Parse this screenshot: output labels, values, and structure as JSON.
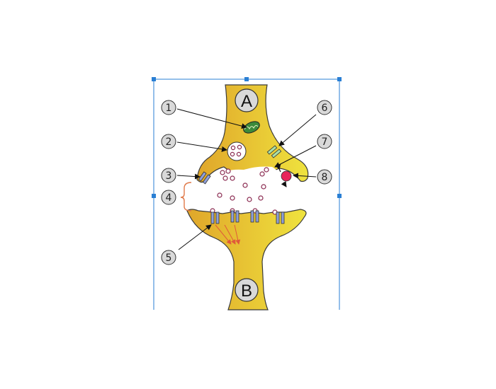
{
  "diagram": {
    "terminal_labels": {
      "presynaptic": "A",
      "postsynaptic": "B"
    },
    "callouts": [
      "1",
      "2",
      "3",
      "4",
      "5",
      "6",
      "7",
      "8"
    ],
    "colors": {
      "neuron_orange": "#e0a62a",
      "neuron_yellow": "#efe33e",
      "outline": "#3a3a3a",
      "receptor": "#8f9fd9",
      "autoreceptor": "#a8e0a8",
      "ion_arrow": "#e05a3a",
      "cleft_bracket": "#e07a4a",
      "transporter": "#e8245a",
      "selection_handle": "#2a7fd4"
    }
  }
}
